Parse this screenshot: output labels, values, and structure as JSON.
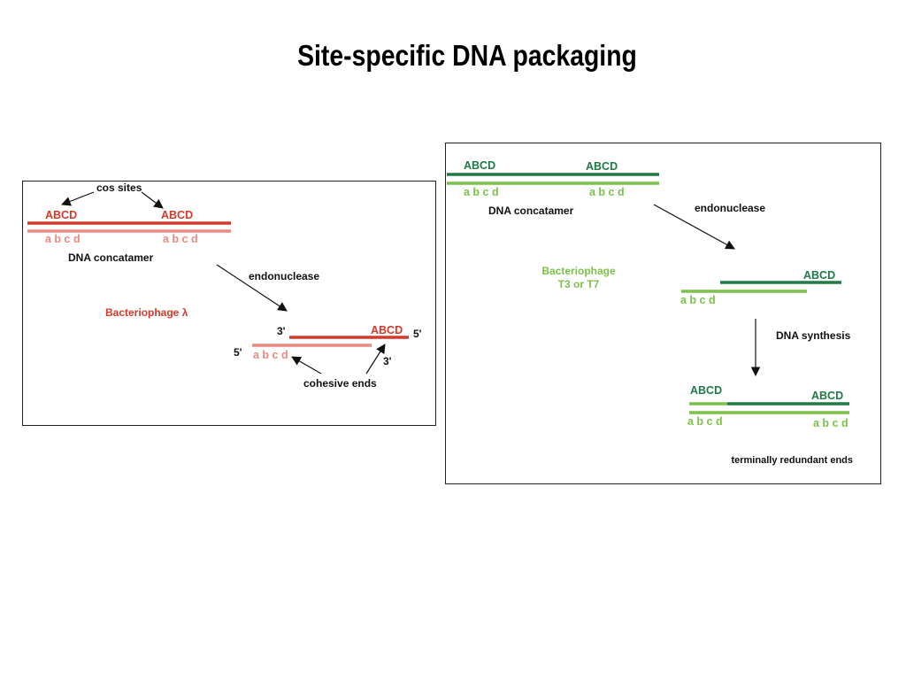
{
  "title": "Site-specific DNA packaging",
  "colors": {
    "lambda_dark": "#d43a2a",
    "lambda_light": "#ea8a80",
    "t7_dark": "#1f7a45",
    "t7_light": "#7cc24a",
    "arrow": "#111111"
  },
  "lambda": {
    "cos_sites_label": "cos sites",
    "upper_seq_1": "ABCD",
    "upper_seq_2": "ABCD",
    "lower_seq_1": "a b c d",
    "lower_seq_2": "a b c d",
    "concatamer_label": "DNA concatamer",
    "enzyme_label": "endonuclease",
    "phage_label": "Bacteriophage λ",
    "end_3prime_top": "3'",
    "end_5prime_top": "5'",
    "end_5prime_bottom": "5'",
    "end_3prime_bottom": "3'",
    "product_upper_seq": "ABCD",
    "product_lower_seq": "a b c d",
    "cohesive_label": "cohesive ends"
  },
  "t7": {
    "upper_seq_1": "ABCD",
    "upper_seq_2": "ABCD",
    "lower_seq_1": "a b c d",
    "lower_seq_2": "a b c d",
    "concatamer_label": "DNA concatamer",
    "enzyme_label": "endonuclease",
    "phage_label_line1": "Bacteriophage",
    "phage_label_line2": "T3 or T7",
    "cut_upper_seq": "ABCD",
    "cut_lower_seq": "a b c d",
    "synthesis_label": "DNA synthesis",
    "final_upper_seq_left": "ABCD",
    "final_upper_seq_right": "ABCD",
    "final_lower_seq_left": "a b c d",
    "final_lower_seq_right": "a b c d",
    "redundant_label": "terminally redundant ends"
  }
}
